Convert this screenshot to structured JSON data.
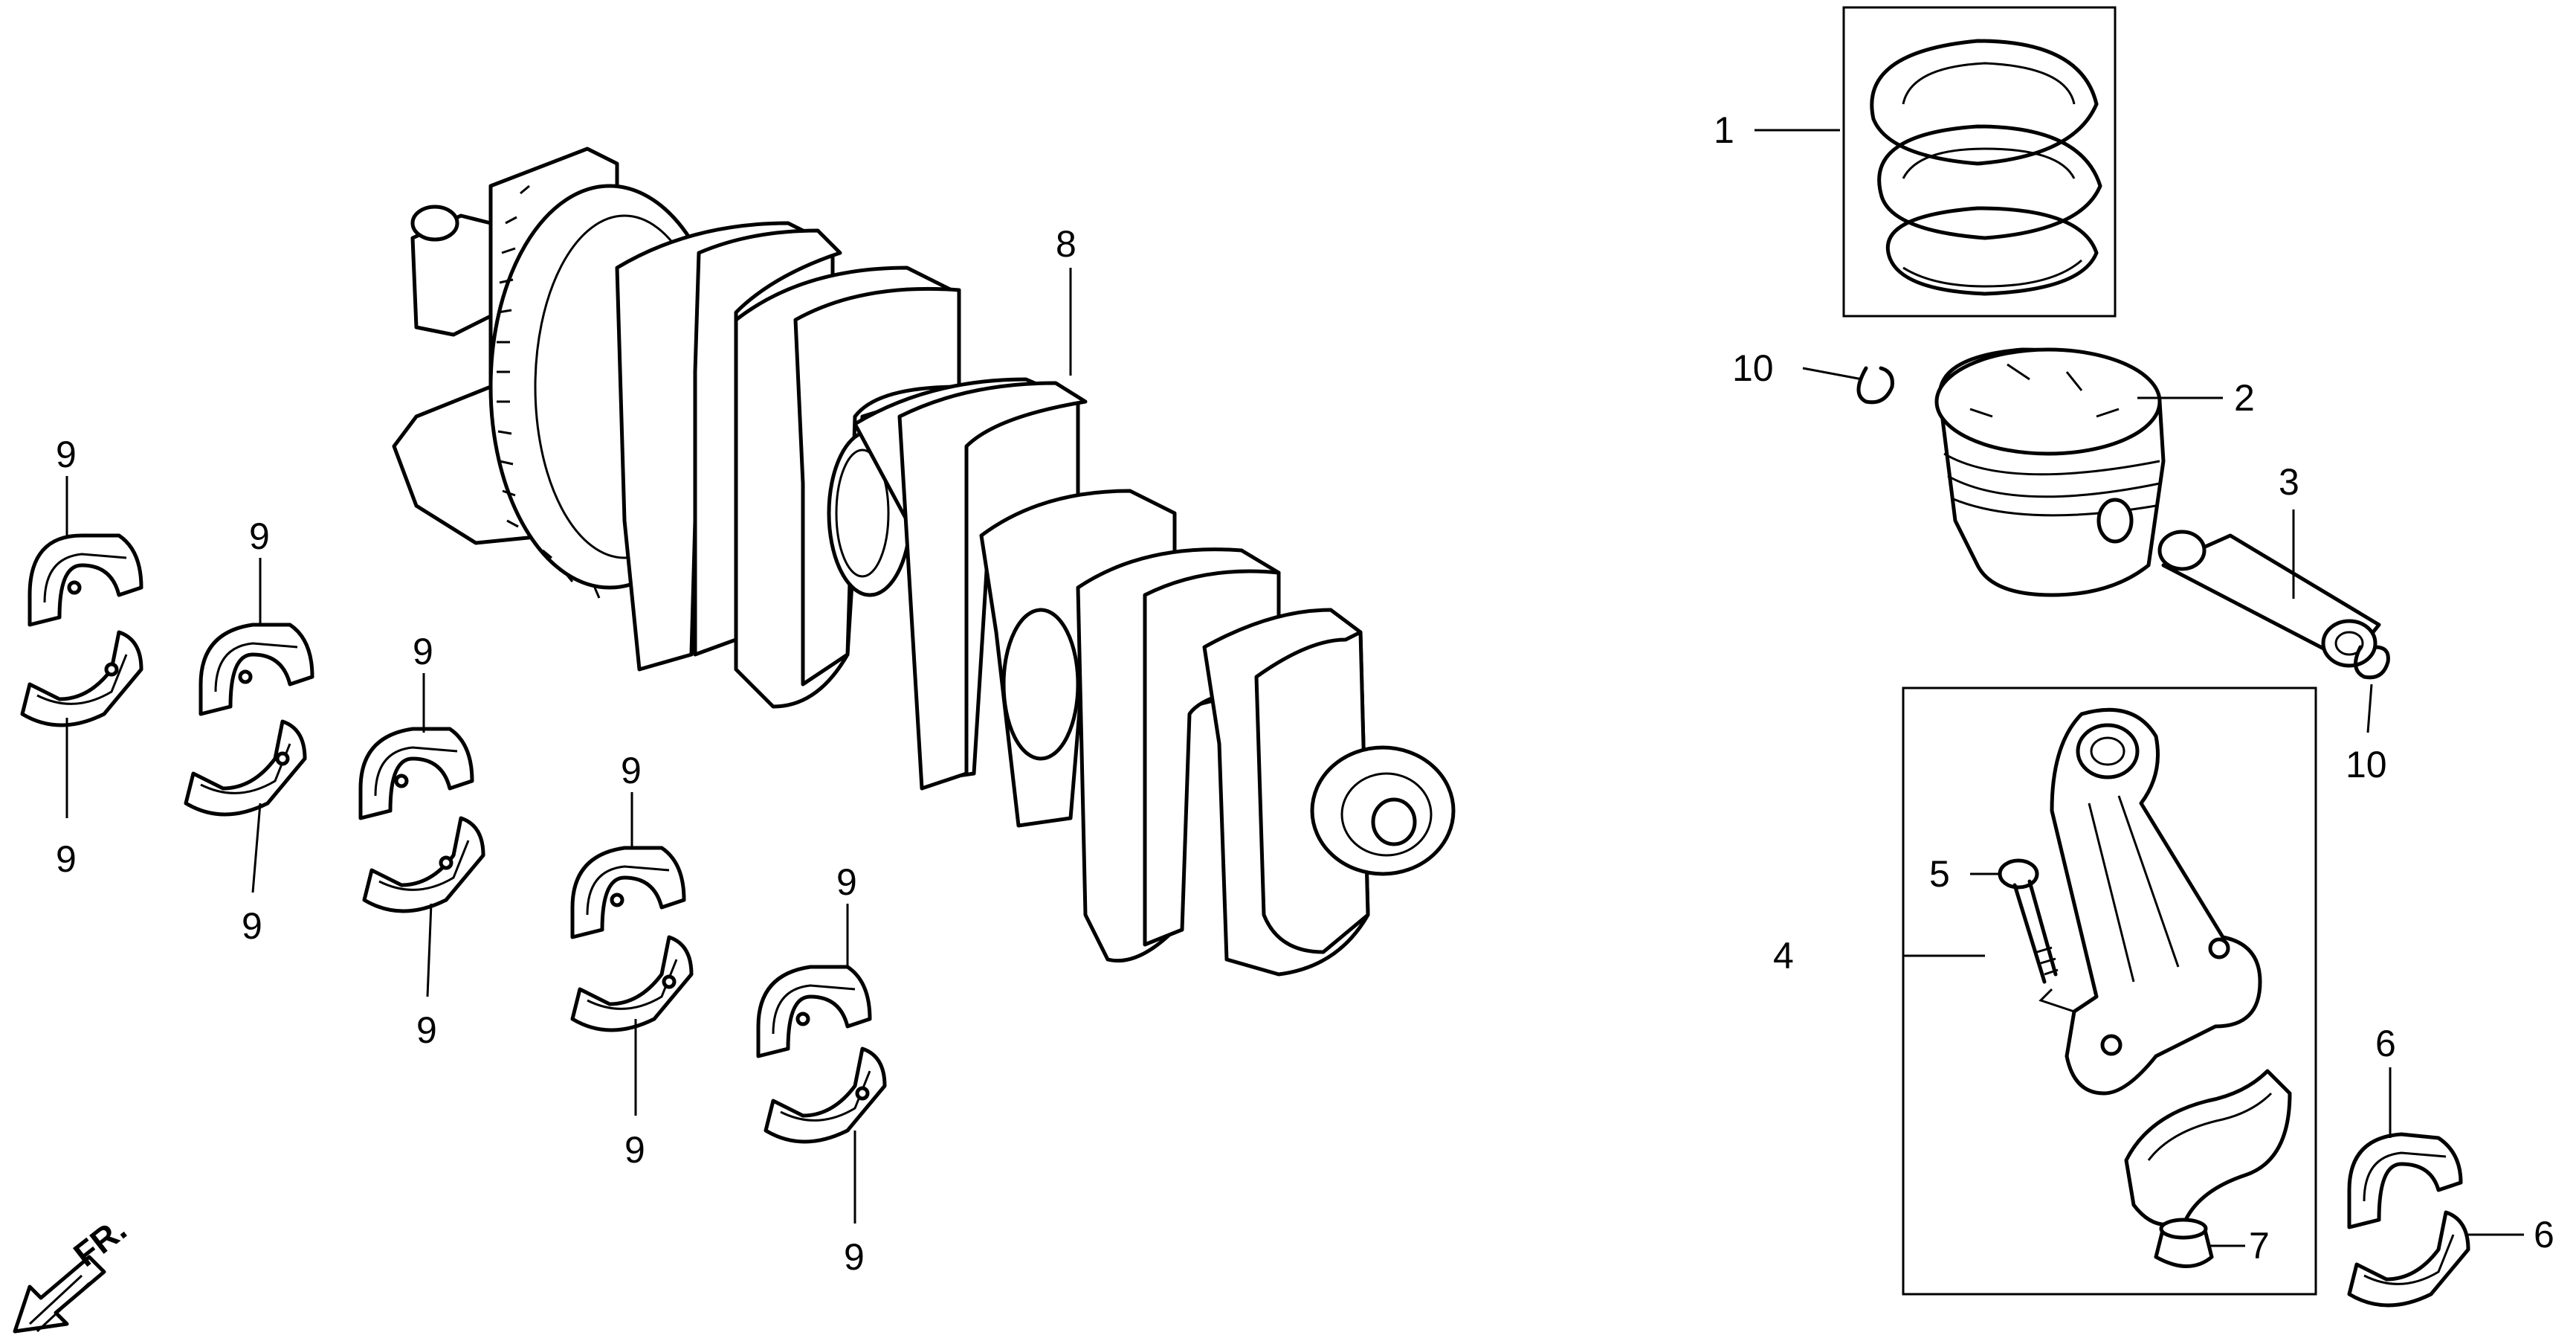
{
  "callouts": {
    "piston_rings": "1",
    "piston": "2",
    "piston_pin": "3",
    "connecting_rod": "4",
    "rod_bolt": "5",
    "rod_bearing_upper": "6",
    "rod_bearing_lower": "6",
    "rod_nut": "7",
    "crankshaft": "8",
    "pin_clip_left": "10",
    "pin_clip_right": "10",
    "main_bearings": [
      "9",
      "9",
      "9",
      "9",
      "9",
      "9",
      "9",
      "9",
      "9",
      "9"
    ]
  },
  "front_indicator": "FR."
}
